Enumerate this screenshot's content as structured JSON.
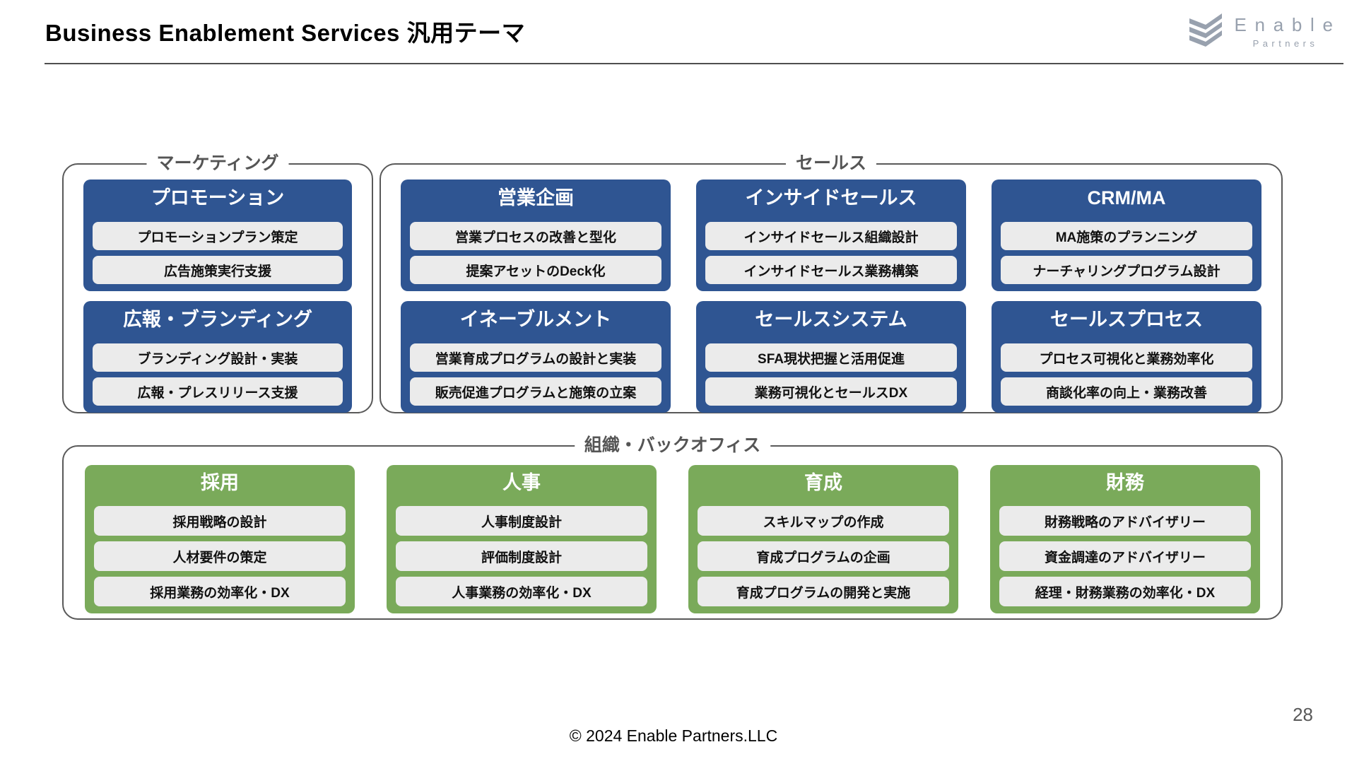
{
  "slide": {
    "title": "Business Enablement Services 汎用テーマ",
    "page_number": "28",
    "copyright": "© 2024 Enable Partners.LLC"
  },
  "logo": {
    "name": "Enable",
    "sub": "Partners",
    "icon": "triple-chevron-icon",
    "color": "#98a1ae"
  },
  "colors": {
    "card_header_blue": "#2f5592",
    "card_header_green": "#7aaa5a",
    "item_background": "#ebebeb",
    "group_border": "#595959"
  },
  "sections": {
    "marketing": {
      "label": "マーケティング",
      "cards": [
        {
          "title": "プロモーション",
          "items": [
            "プロモーションプラン策定",
            "広告施策実行支援"
          ]
        },
        {
          "title": "広報・ブランディング",
          "items": [
            "ブランディング設計・実装",
            "広報・プレスリリース支援"
          ]
        }
      ]
    },
    "sales": {
      "label": "セールス",
      "cards": [
        {
          "title": "営業企画",
          "items": [
            "営業プロセスの改善と型化",
            "提案アセットのDeck化"
          ]
        },
        {
          "title": "インサイドセールス",
          "items": [
            "インサイドセールス組織設計",
            "インサイドセールス業務構築"
          ]
        },
        {
          "title": "CRM/MA",
          "items": [
            "MA施策のプランニング",
            "ナーチャリングプログラム設計"
          ]
        },
        {
          "title": "イネーブルメント",
          "items": [
            "営業育成プログラムの設計と実装",
            "販売促進プログラムと施策の立案"
          ]
        },
        {
          "title": "セールスシステム",
          "items": [
            "SFA現状把握と活用促進",
            "業務可視化とセールスDX"
          ]
        },
        {
          "title": "セールスプロセス",
          "items": [
            "プロセス可視化と業務効率化",
            "商談化率の向上・業務改善"
          ]
        }
      ]
    },
    "backoffice": {
      "label": "組織・バックオフィス",
      "cards": [
        {
          "title": "採用",
          "items": [
            "採用戦略の設計",
            "人材要件の策定",
            "採用業務の効率化・DX"
          ]
        },
        {
          "title": "人事",
          "items": [
            "人事制度設計",
            "評価制度設計",
            "人事業務の効率化・DX"
          ]
        },
        {
          "title": "育成",
          "items": [
            "スキルマップの作成",
            "育成プログラムの企画",
            "育成プログラムの開発と実施"
          ]
        },
        {
          "title": "財務",
          "items": [
            "財務戦略のアドバイザリー",
            "資金調達のアドバイザリー",
            "経理・財務業務の効率化・DX"
          ]
        }
      ]
    }
  }
}
